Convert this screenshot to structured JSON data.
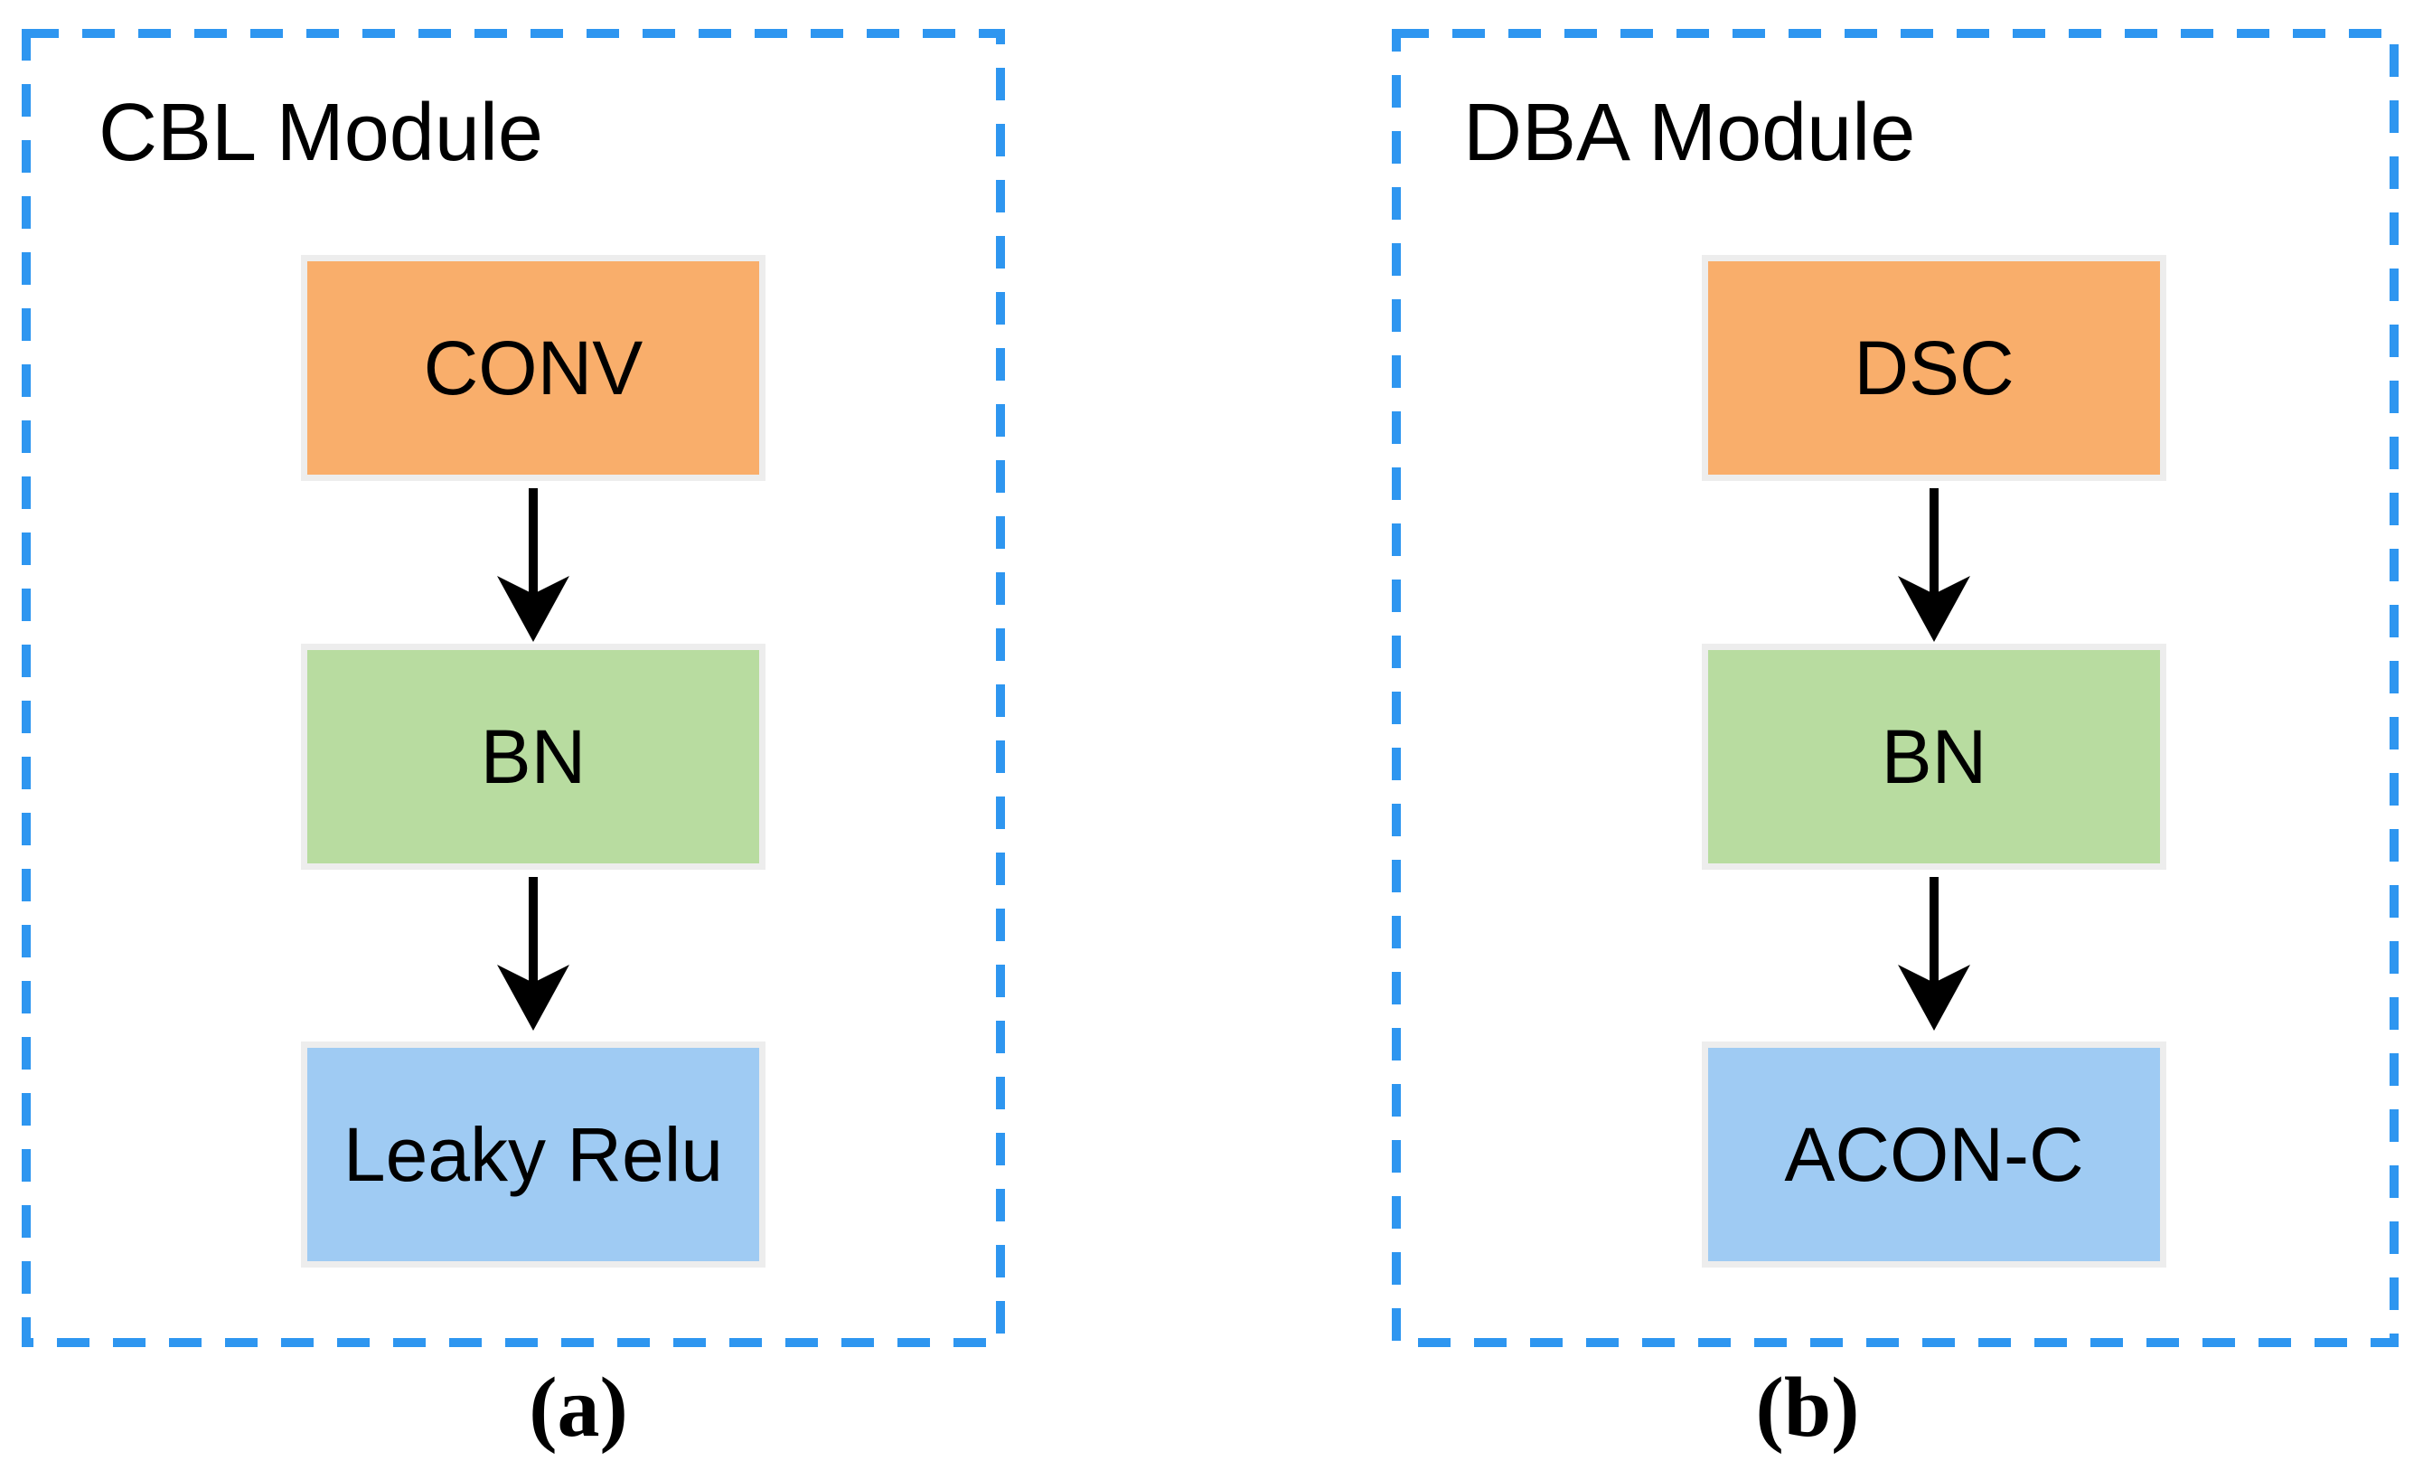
{
  "figure": {
    "panels": [
      {
        "id": "a",
        "title": "CBL Module",
        "caption": "(a)",
        "nodes": [
          {
            "label": "CONV",
            "color": "#f9ae6b"
          },
          {
            "label": "BN",
            "color": "#b8dca0"
          },
          {
            "label": "Leaky Relu",
            "color": "#9fcbf3"
          }
        ]
      },
      {
        "id": "b",
        "title": "DBA Module",
        "caption": "(b)",
        "nodes": [
          {
            "label": "DSC",
            "color": "#f9ae6b"
          },
          {
            "label": "BN",
            "color": "#b8dca0"
          },
          {
            "label": "ACON-C",
            "color": "#9fcbf3"
          }
        ]
      }
    ],
    "colors": {
      "panel_border": "#2e96f0",
      "node_border": "#ededed",
      "arrow": "#000000",
      "text": "#000000",
      "background": "#ffffff"
    }
  }
}
